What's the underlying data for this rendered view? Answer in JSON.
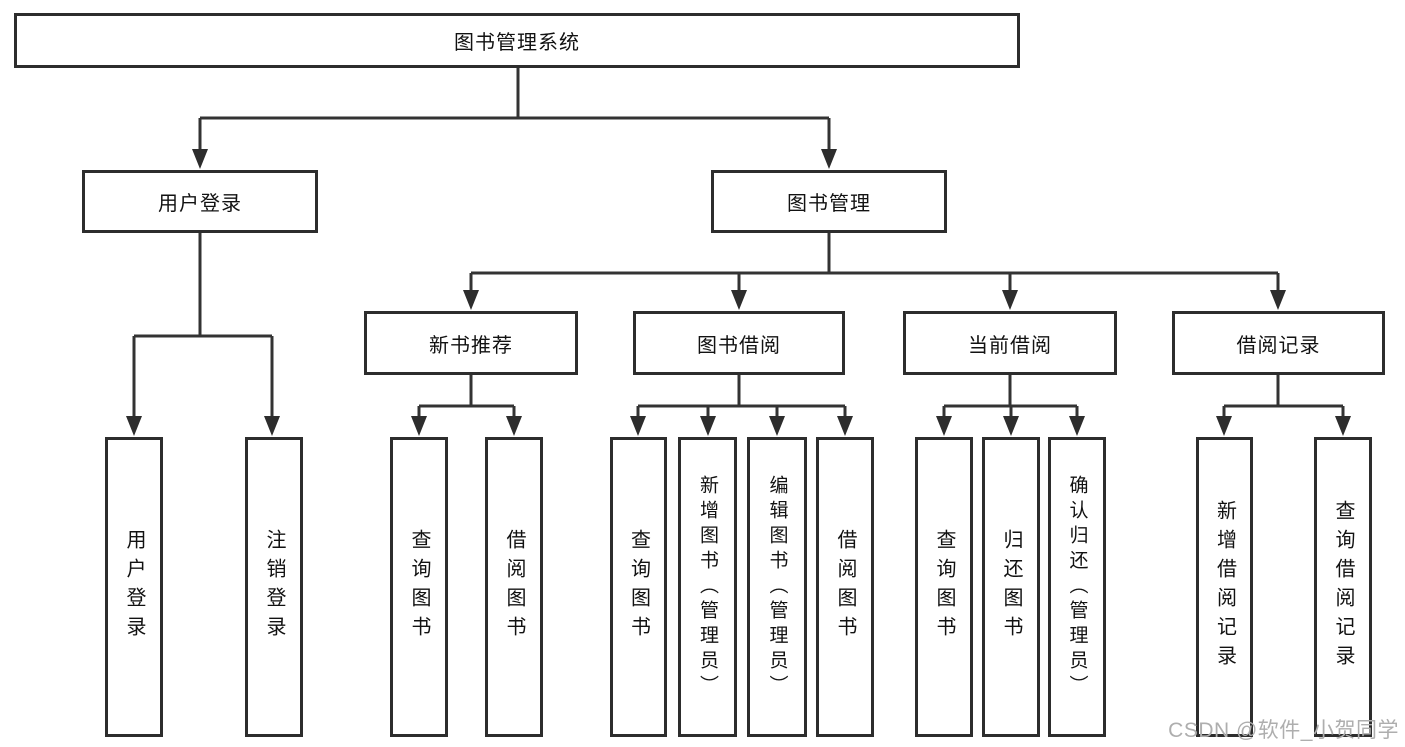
{
  "diagram": {
    "type": "tree",
    "root": {
      "label": "图书管理系统"
    },
    "branches": [
      {
        "label": "用户登录",
        "children": [
          {
            "label": "用户登录"
          },
          {
            "label": "注销登录"
          }
        ]
      },
      {
        "label": "图书管理",
        "children": [
          {
            "label": "新书推荐",
            "children": [
              {
                "label": "查询图书"
              },
              {
                "label": "借阅图书"
              }
            ]
          },
          {
            "label": "图书借阅",
            "children": [
              {
                "label": "查询图书"
              },
              {
                "label": "新增图书（管理员）"
              },
              {
                "label": "编辑图书（管理员）"
              },
              {
                "label": "借阅图书"
              }
            ]
          },
          {
            "label": "当前借阅",
            "children": [
              {
                "label": "查询图书"
              },
              {
                "label": "归还图书"
              },
              {
                "label": "确认归还（管理员）"
              }
            ]
          },
          {
            "label": "借阅记录",
            "children": [
              {
                "label": "新增借阅记录"
              },
              {
                "label": "查询借阅记录"
              }
            ]
          }
        ]
      }
    ],
    "watermark": "CSDN @软件_小贺同学",
    "colors": {
      "line": "#333333",
      "box_border": "#2d2d2d",
      "text": "#121212",
      "background": "#ffffff",
      "watermark": "#aeaeae"
    }
  }
}
